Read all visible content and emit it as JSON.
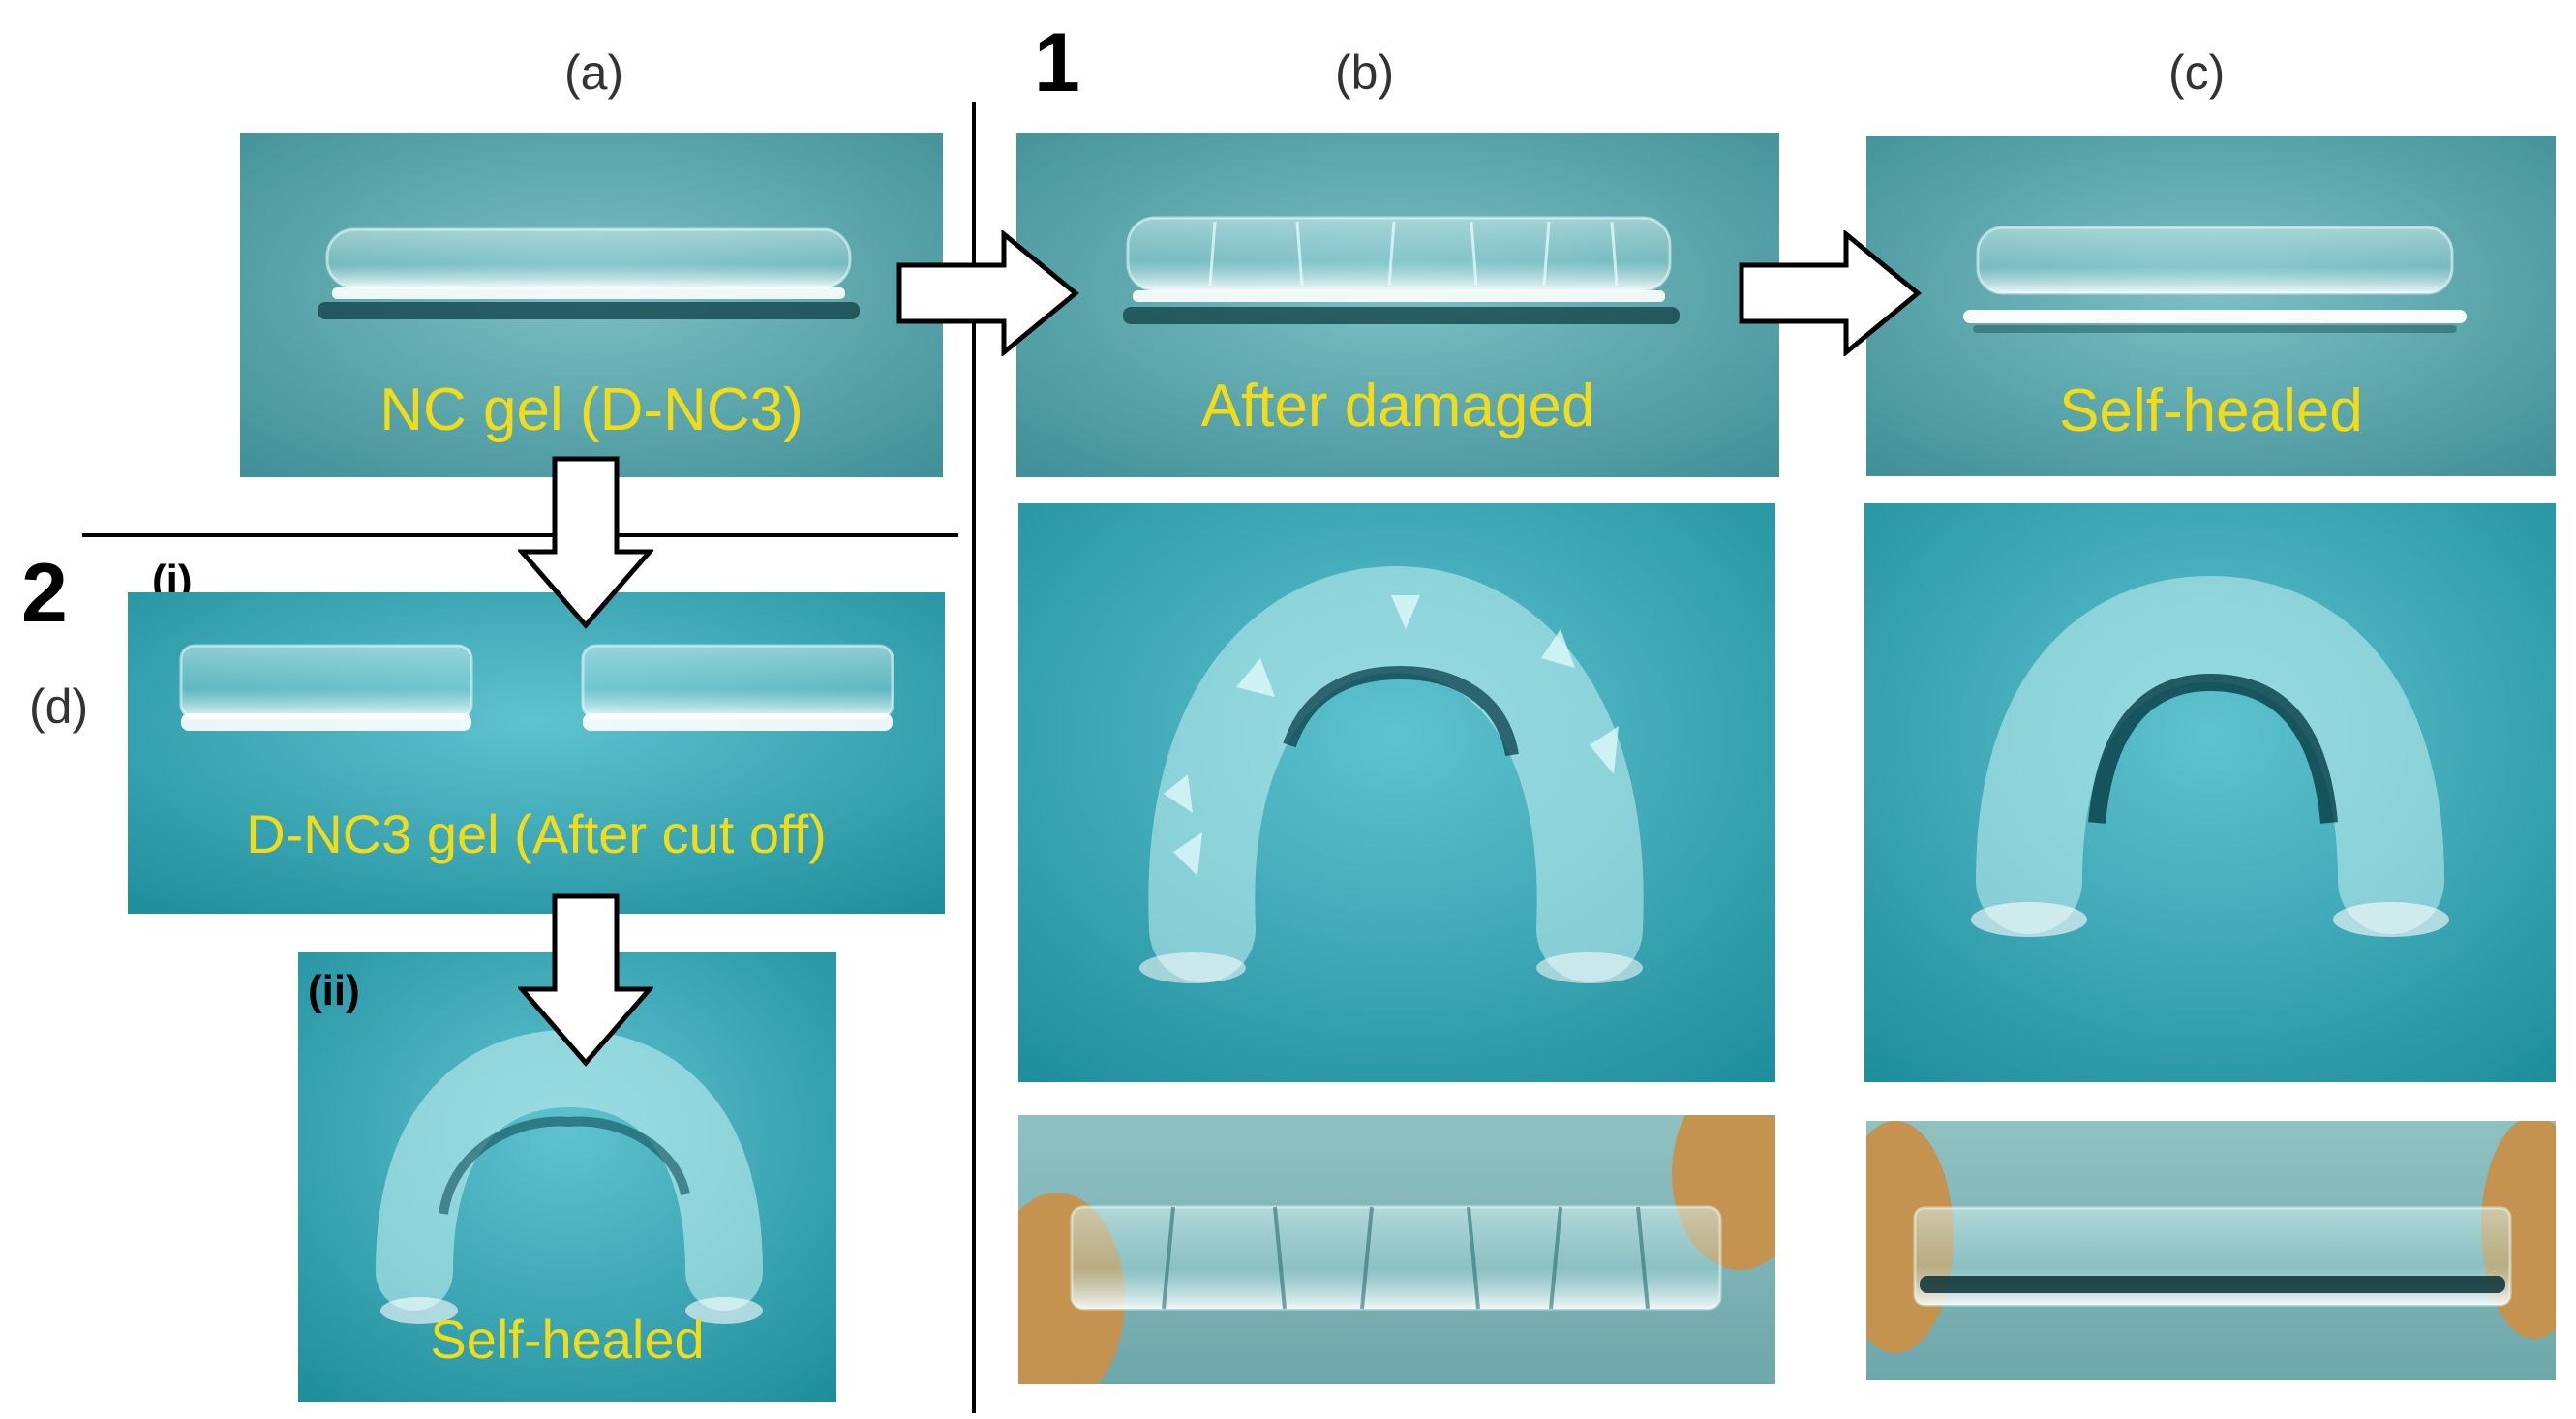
{
  "panel_labels": {
    "a": "(a)",
    "b": "(b)",
    "c": "(c)",
    "d": "(d)"
  },
  "section_numbers": {
    "one": "1",
    "two": "2"
  },
  "sub_labels": {
    "i": "(i)",
    "ii": "(ii)"
  },
  "captions": {
    "a": "NC gel (D-NC3)",
    "b": "After damaged",
    "c": "Self-healed",
    "d_i": "D-NC3 gel (After cut off)",
    "d_ii": "Self-healed"
  },
  "colors": {
    "caption": "#f2dc18",
    "photo_background": "#3f9aa4"
  }
}
